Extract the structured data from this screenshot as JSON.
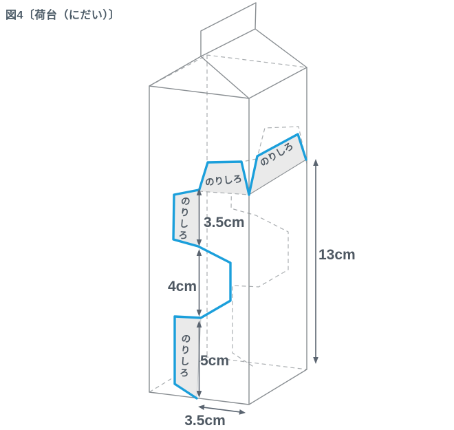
{
  "title": "図4〔荷台（にだい）〕",
  "labels": {
    "glue_flap": "のりしろ"
  },
  "dimensions": {
    "upper_flap_height": "3.5cm",
    "opening_height": "4cm",
    "lower_flap_height": "5cm",
    "box_height": "13cm",
    "box_width": "3.5cm"
  },
  "colors": {
    "cut": "#1b9fdb",
    "flap_fill": "#eaeaea",
    "edge": "#898e92",
    "hidden": "#a9adb0",
    "dim": "#5a6470",
    "label": "#4e5862",
    "title": "#4d5c68"
  }
}
